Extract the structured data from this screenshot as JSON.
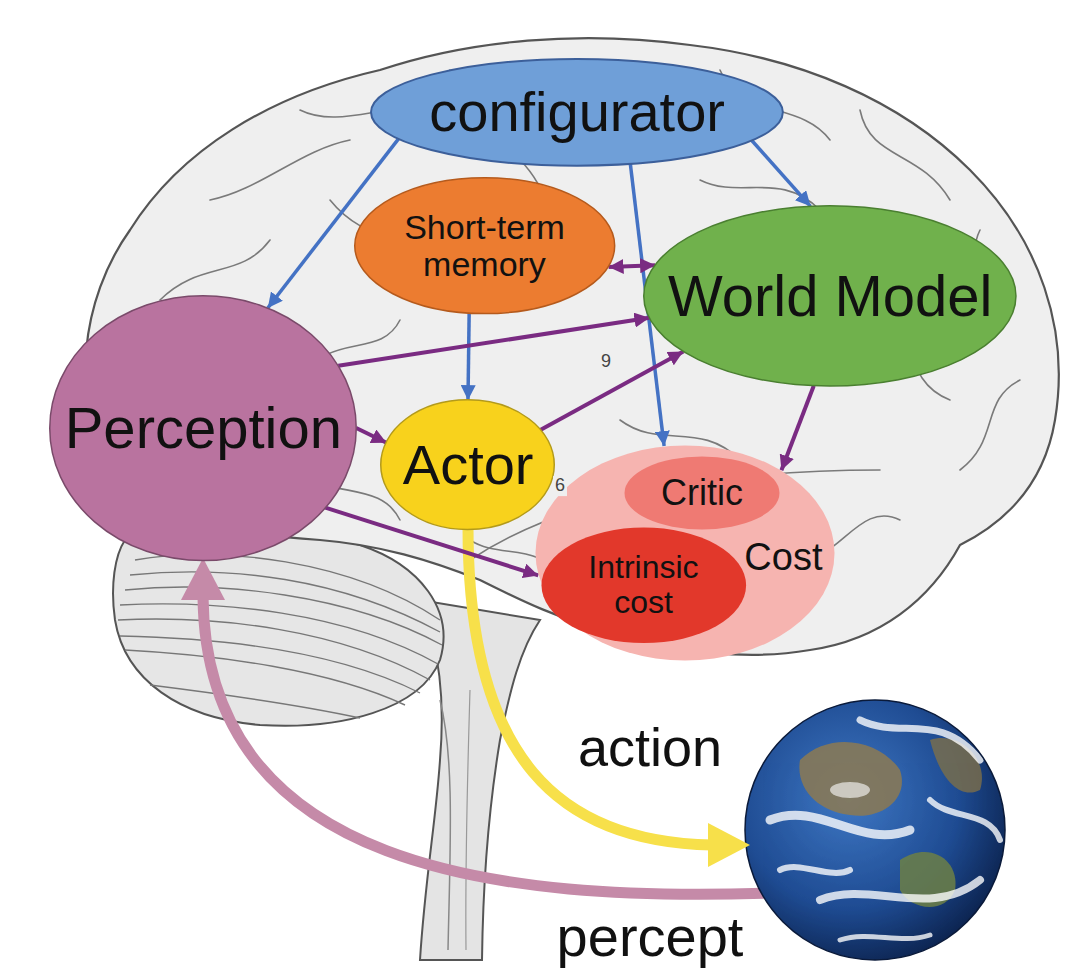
{
  "diagram": {
    "nodes": [
      {
        "text": [
          "configurator"
        ]
      },
      {
        "text": [
          "Short-term memory"
        ]
      },
      {
        "text": [
          "World Model"
        ]
      },
      {
        "text": [
          "Perception"
        ]
      },
      {
        "text": [
          "Actor"
        ]
      },
      {
        "text": [
          "Cost"
        ]
      },
      {
        "text": [
          "Critic"
        ],
        "in": 5
      },
      {
        "text": [
          "Intrinsic cost"
        ],
        "in": 5
      }
    ],
    "edges": [
      {
        "from": 0,
        "to": 3,
        "arrow": "to"
      },
      {
        "from": 0,
        "to": 2,
        "arrow": "to"
      },
      {
        "from": 0,
        "to": 5,
        "arrow": "to"
      },
      {
        "from": 1,
        "to": 4,
        "arrow": "to"
      },
      {
        "from": 1,
        "to": 2,
        "arrow": "both"
      },
      {
        "from": 3,
        "to": 2,
        "arrow": "to"
      },
      {
        "from": 3,
        "to": 4,
        "arrow": "to"
      },
      {
        "from": 3,
        "to": 5,
        "arrow": "to"
      },
      {
        "from": 4,
        "to": 2,
        "arrow": "to"
      },
      {
        "from": 2,
        "to": 5,
        "arrow": "to"
      }
    ],
    "labels": [
      "9",
      "6",
      "action",
      "percept"
    ]
  }
}
